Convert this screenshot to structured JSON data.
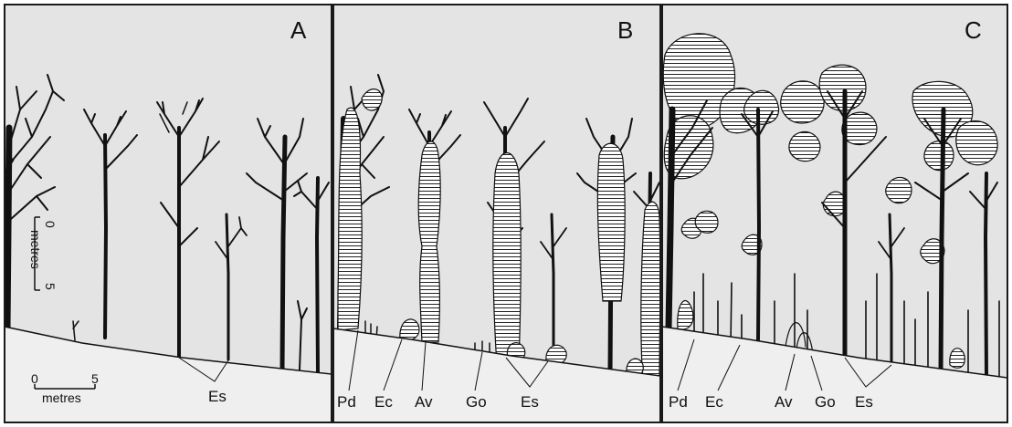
{
  "panels": [
    {
      "letter": "A",
      "labels": [
        "Es"
      ]
    },
    {
      "letter": "B",
      "labels": [
        "Pd",
        "Ec",
        "Av",
        "Go",
        "Es"
      ]
    },
    {
      "letter": "C",
      "labels": [
        "Pd",
        "Ec",
        "Av",
        "Go",
        "Es"
      ]
    }
  ],
  "scale_bars": {
    "vertical": {
      "zero": "0",
      "unit": "metres",
      "max": "5"
    },
    "horizontal": {
      "zero": "0",
      "unit": "metres",
      "max": "5"
    }
  },
  "colors": {
    "ink": "#111111",
    "sky": "#e4e4e4",
    "ground": "#efefef",
    "frame": "#1a1a1a"
  }
}
